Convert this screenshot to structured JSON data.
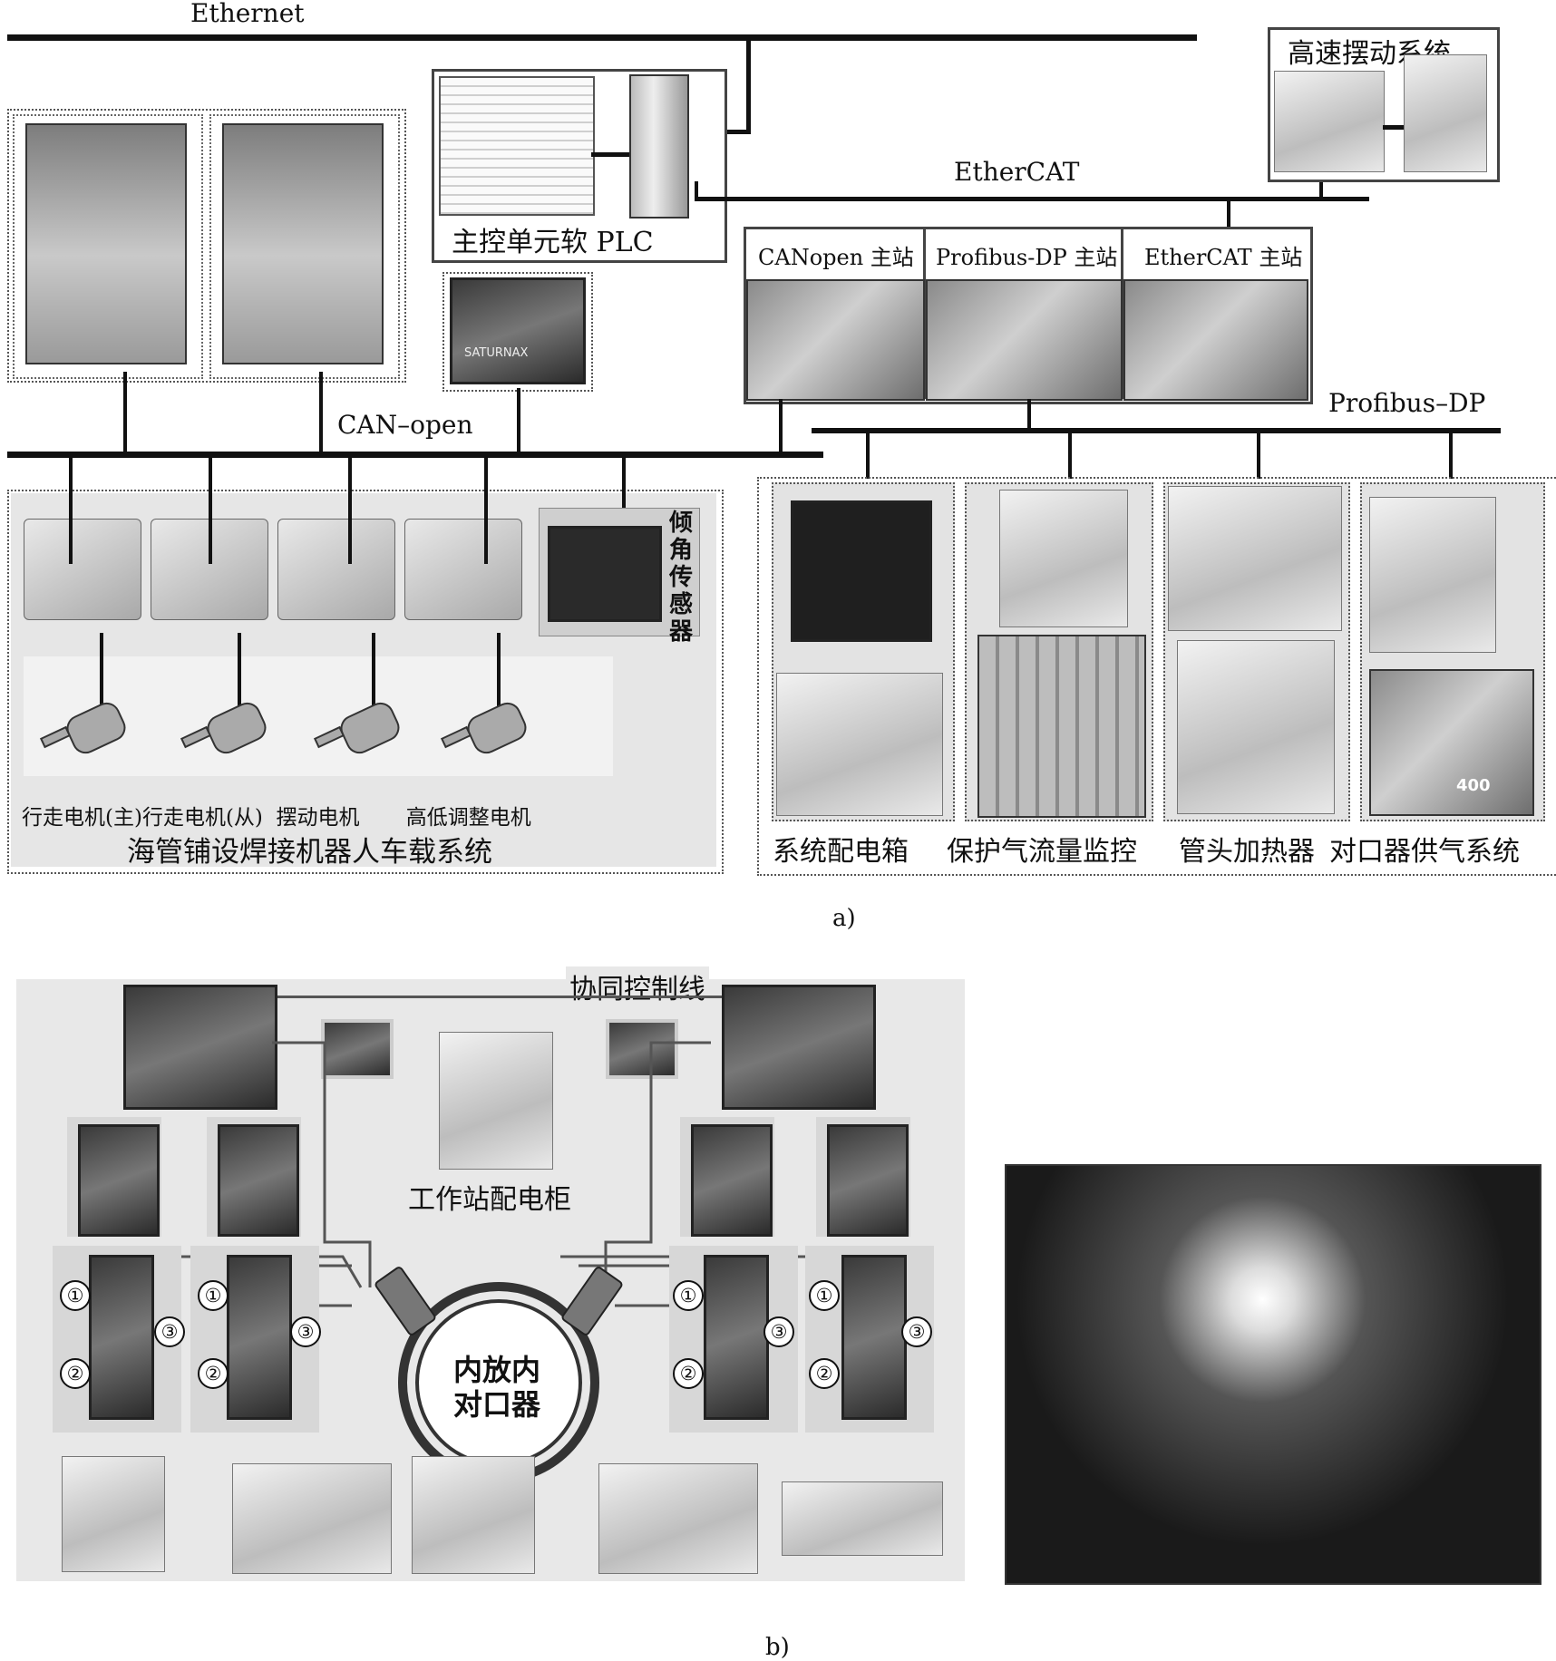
{
  "part_a": {
    "caption": "a)",
    "ethernet_label": "Ethernet",
    "ethercat_label": "EtherCAT",
    "canopen_label": "CAN–open",
    "profibus_label": "Profibus–DP",
    "high_speed_swing_label": "高速摆动系统",
    "main_control_label": "主控单元软 PLC",
    "masters": [
      {
        "label": "CANopen 主站"
      },
      {
        "label": "Profibus-DP 主站"
      },
      {
        "label": "EtherCAT 主站"
      }
    ],
    "tilt_sensor_label": [
      "倾",
      "角",
      "传",
      "感",
      "器"
    ],
    "motor_labels": "行走电机(主)行走电机(从)  摆动电机       高低调整电机",
    "vehicle_system_label": "海管铺设焊接机器人车载系统",
    "device_labels": [
      {
        "label": "系统配电箱"
      },
      {
        "label": "保护气流量监控"
      },
      {
        "label": "管头加热器"
      },
      {
        "label": "对口器供气系统"
      }
    ],
    "hmi_brand": "SATURNAX",
    "compressor_mark": "400"
  },
  "part_b": {
    "caption": "b)",
    "coop_line_label": "协同控制线",
    "cabinet_label": "工作站配电柜",
    "clamp_label_line1": "内放内",
    "clamp_label_line2": "对口器",
    "markers": [
      "①",
      "②",
      "③"
    ]
  },
  "colors": {
    "bus": "#111111",
    "panel": "#e6e6e6",
    "border": "#555555"
  }
}
